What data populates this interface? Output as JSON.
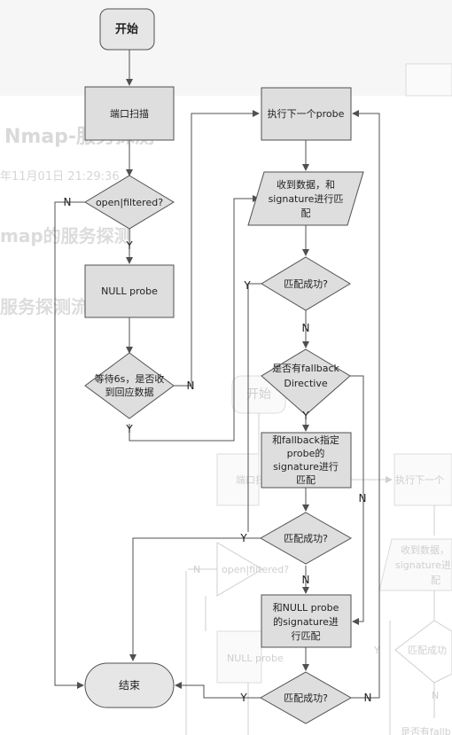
{
  "background": {
    "title": "Nmap-服务探测",
    "date": "年11月01日 21:29:36",
    "heading1": "map的服务探测",
    "heading2": "服务探测流",
    "ghost_labels": {
      "start": "开始",
      "port_scan": "端口扫",
      "next_probe": "执行下一个",
      "recv": "收到数据，",
      "recv2": "signature进",
      "recv3": "配",
      "open_filtered": "open|filtered?",
      "match": "匹配成功",
      "null_probe": "NULL  probe",
      "fallback": "是否有fallb",
      "n": "N",
      "y": "Y"
    }
  },
  "nodes": {
    "start": "开始",
    "port_scan": "端口扫描",
    "open_filtered": "open|filtered?",
    "null_probe": "NULL  probe",
    "wait_6s_l1": "等待6s，是否收",
    "wait_6s_l2": "到回应数据",
    "next_probe": "执行下一个probe",
    "recv_l1": "收到数据，和",
    "recv_l2": "signature进行匹",
    "recv_l3": "配",
    "match1": "匹配成功?",
    "fallback_l1": "是否有fallback",
    "fallback_l2": "Directive",
    "fb_match_l1": "和fallback指定",
    "fb_match_l2": "probe的",
    "fb_match_l3": "signature进行",
    "fb_match_l4": "匹配",
    "match2": "匹配成功?",
    "null_match_l1": "和NULL  probe",
    "null_match_l2": "的signature进",
    "null_match_l3": "行匹配",
    "match3": "匹配成功?",
    "end": "结束"
  },
  "edge_labels": {
    "yes": "Y",
    "no": "N"
  }
}
